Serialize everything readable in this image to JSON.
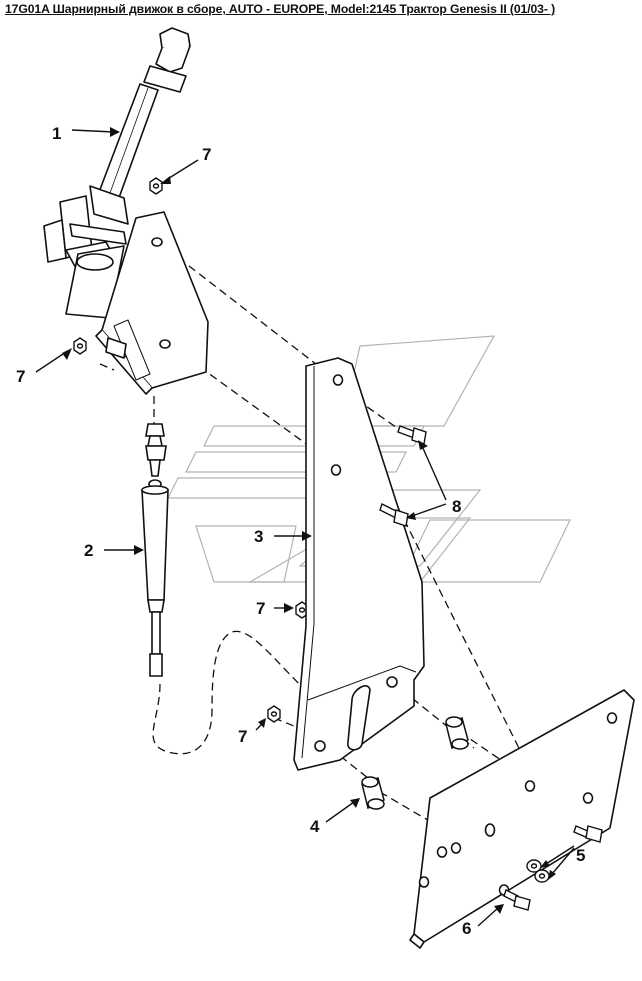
{
  "title": "17G01A Шарнирный движок в сборе, AUTO - EUROPE, Model:2145 Трактор Genesis II (01/03- )",
  "colors": {
    "line": "#111111",
    "watermark": "#9a9a9a",
    "background": "#ffffff"
  },
  "callouts": {
    "c1": "1",
    "c2": "2",
    "c3": "3",
    "c4": "4",
    "c5": "5",
    "c6": "6",
    "c7": "7",
    "c8": "8"
  }
}
